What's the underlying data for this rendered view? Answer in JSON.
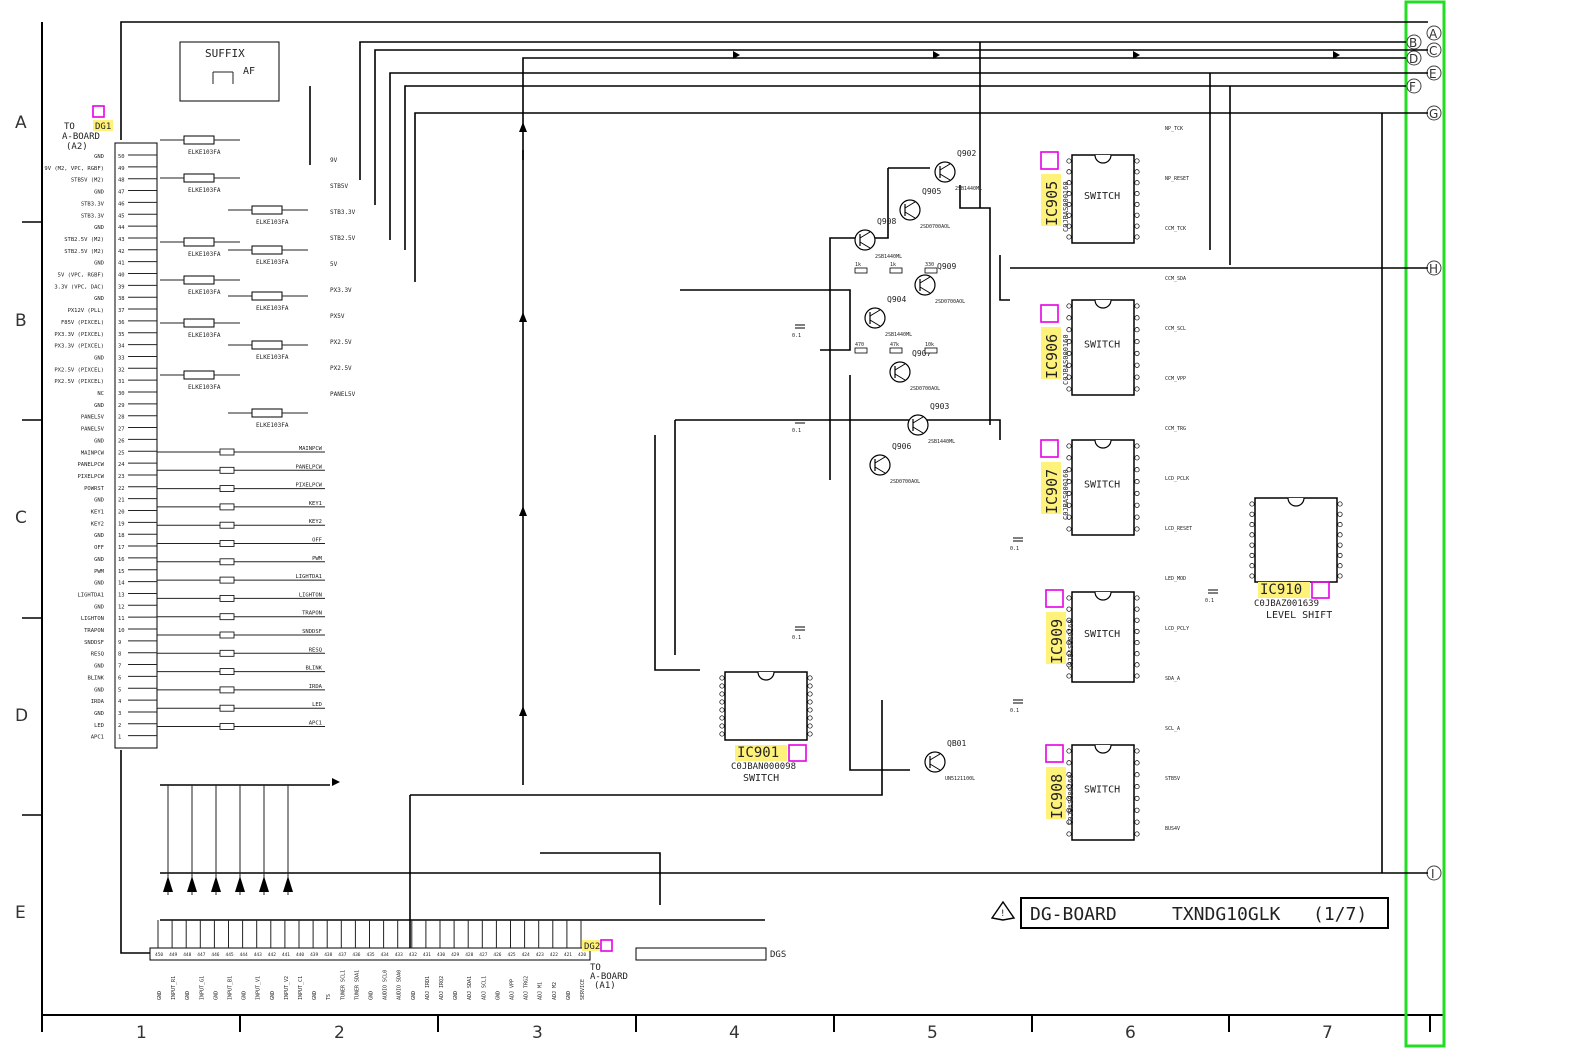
{
  "title_block": {
    "board": "DG-BOARD",
    "model": "TXNDG10GLK",
    "page": "(1/7)"
  },
  "suffix_box": {
    "title": "SUFFIX",
    "code": "AF"
  },
  "grid": {
    "rows": [
      "A",
      "B",
      "C",
      "D",
      "E"
    ],
    "columns": [
      "1",
      "2",
      "3",
      "4",
      "5",
      "6",
      "7"
    ],
    "bus_labels": [
      "A",
      "B",
      "C",
      "D",
      "E",
      "F",
      "G",
      "H",
      "I"
    ]
  },
  "connectors": {
    "dg1": {
      "ref": "DG1",
      "to": "TO",
      "dest": "A-BOARD",
      "sub": "(A2)"
    },
    "dg2": {
      "ref": "DG2",
      "to": "TO",
      "dest": "A-BOARD",
      "sub": "(A1)"
    },
    "dgs": {
      "ref": "DGS"
    }
  },
  "dg1_pins": [
    "GND",
    "9V (M2, VPC, RGBF)",
    "STB5V (M2)",
    "GND",
    "STB3.3V",
    "STB3.3V",
    "GND",
    "STB2.5V (M2)",
    "STB2.5V (M2)",
    "GND",
    "5V (VPC, RGBF)",
    "3.3V (VPC, DAC)",
    "GND",
    "PX12V (PLL)",
    "F85V (PIXCEL)",
    "PX3.3V (PIXCEL)",
    "PX3.3V (PIXCEL)",
    "GND",
    "PX2.5V (PIXCEL)",
    "PX2.5V (PIXCEL)",
    "NC",
    "GND",
    "PANEL5V",
    "PANEL5V",
    "GND",
    "MAINPCW",
    "PANELPCW",
    "PIXELPCW",
    "POWRST",
    "GND",
    "KEY1",
    "KEY2",
    "GND",
    "OFF",
    "GND",
    "PWM",
    "GND",
    "LIGHTDA1",
    "GND",
    "LIGHTON",
    "TRAPON",
    "SNDDSF",
    "RESQ",
    "GND",
    "BLINK",
    "GND",
    "IRDA",
    "GND",
    "LED",
    "APC1"
  ],
  "dg2_pins": [
    "GND",
    "INPUT_R1",
    "GND",
    "INPUT_G1",
    "GND",
    "INPUT_B1",
    "GND",
    "INPUT_V1",
    "GND",
    "INPUT_V2",
    "INPUT_C1",
    "GND",
    "TS",
    "TUNER SCL1",
    "TUNER SDA1",
    "GND",
    "AUDIO SCL0",
    "AUDIO SDA0",
    "GND",
    "ADJ IRD1",
    "ADJ IRQ2",
    "GND",
    "ADJ SDA1",
    "ADJ SCL1",
    "GND",
    "ADJ VPP",
    "ADJ TRG2",
    "ADJ M1",
    "ADJ M2",
    "GND",
    "SERVICE"
  ],
  "ics": [
    {
      "ref": "IC901",
      "part": "C0JBAN000098",
      "func": "SWITCH"
    },
    {
      "ref": "IC905",
      "part": "C0JBAS000160",
      "func": "SWITCH"
    },
    {
      "ref": "IC906",
      "part": "C0JBAS000160",
      "func": "SWITCH"
    },
    {
      "ref": "IC907",
      "part": "C0JBAS000160",
      "func": "SWITCH"
    },
    {
      "ref": "IC908",
      "part": "C0JBAS000160",
      "func": "SWITCH"
    },
    {
      "ref": "IC909",
      "part": "C0JBAS000160",
      "func": "SWITCH"
    },
    {
      "ref": "IC910",
      "part": "C0JBAZ001639",
      "func": "LEVEL SHIFT"
    }
  ],
  "transistors": [
    {
      "ref": "Q902",
      "part": "2SB1440ML"
    },
    {
      "ref": "Q905",
      "part": "2SD0700AOL"
    },
    {
      "ref": "Q908",
      "part": "2SB1440ML"
    },
    {
      "ref": "Q909",
      "part": "2SD0700AOL"
    },
    {
      "ref": "Q904",
      "part": "2SB1440ML"
    },
    {
      "ref": "Q907",
      "part": "2SD0700AOL"
    },
    {
      "ref": "Q903",
      "part": "2SB1440ML"
    },
    {
      "ref": "Q906",
      "part": "2SD0700AOL"
    },
    {
      "ref": "QB01",
      "part": "UN5121100L"
    }
  ],
  "filters": [
    "ELKE103FA",
    "ELKE103FA",
    "ELKE103FA",
    "ELKE103FA",
    "ELKE103FA",
    "ELKE103FA",
    "ELKE103FA",
    "ELKE103FA",
    "ELKE103FA",
    "ELKE103FA",
    "ELKE103FA"
  ],
  "nets": {
    "top": [
      "9V",
      "STB5V",
      "STB3.3V",
      "STB2.5V",
      "5V",
      "PX3.3V",
      "PX5V",
      "PX2.5V",
      "PX2.5V",
      "PANEL5V"
    ],
    "ctrl": [
      "MAINPCW",
      "PANELPCW",
      "PIXELPCW",
      "KEY1",
      "KEY2",
      "OFF",
      "PWM",
      "LIGHTDA1",
      "LIGHTON",
      "TRAPON",
      "SNDDSF",
      "RESQ",
      "BLINK",
      "IRDA",
      "LED",
      "APC1"
    ],
    "ic_side": [
      "NP_TCK",
      "NP_RESET",
      "CCM_TCK",
      "CCM_SDA",
      "CCM_SCL",
      "CCM_VPP",
      "CCM_TRG",
      "LCD_PCLK",
      "LCD_RESET",
      "LED_MOD",
      "LCD_PCLY",
      "SDA_A",
      "SCL_A",
      "STB5V",
      "BUS4V"
    ]
  },
  "cap_values": [
    "0.1",
    "0.1",
    "0.1",
    "0.1",
    "0.1",
    "0.1"
  ],
  "res_values": [
    "1k",
    "1k",
    "330",
    "470",
    "47k",
    "10k"
  ]
}
